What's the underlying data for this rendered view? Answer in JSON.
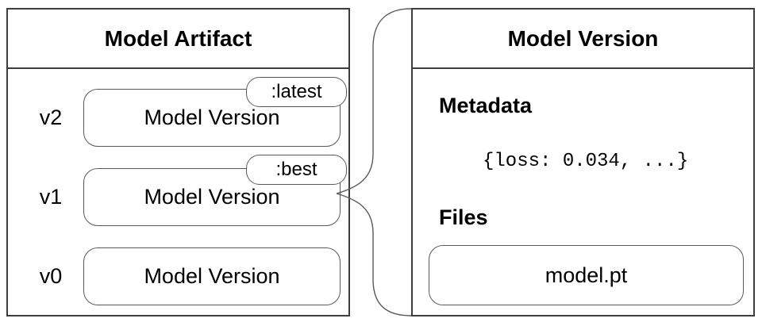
{
  "colors": {
    "background": "#ffffff",
    "panel_border": "#3d3d3d",
    "box_border": "#595959",
    "connector": "#595959",
    "text": "#000000"
  },
  "artifact_panel": {
    "title": "Model Artifact",
    "rows": [
      {
        "label": "v2",
        "box_text": "Model Version",
        "tag": ":latest"
      },
      {
        "label": "v1",
        "box_text": "Model Version",
        "tag": ":best"
      },
      {
        "label": "v0",
        "box_text": "Model Version"
      }
    ]
  },
  "version_panel": {
    "title": "Model Version",
    "metadata_heading": "Metadata",
    "metadata_value": "{loss: 0.034, ...}",
    "files_heading": "Files",
    "file_name": "model.pt"
  }
}
